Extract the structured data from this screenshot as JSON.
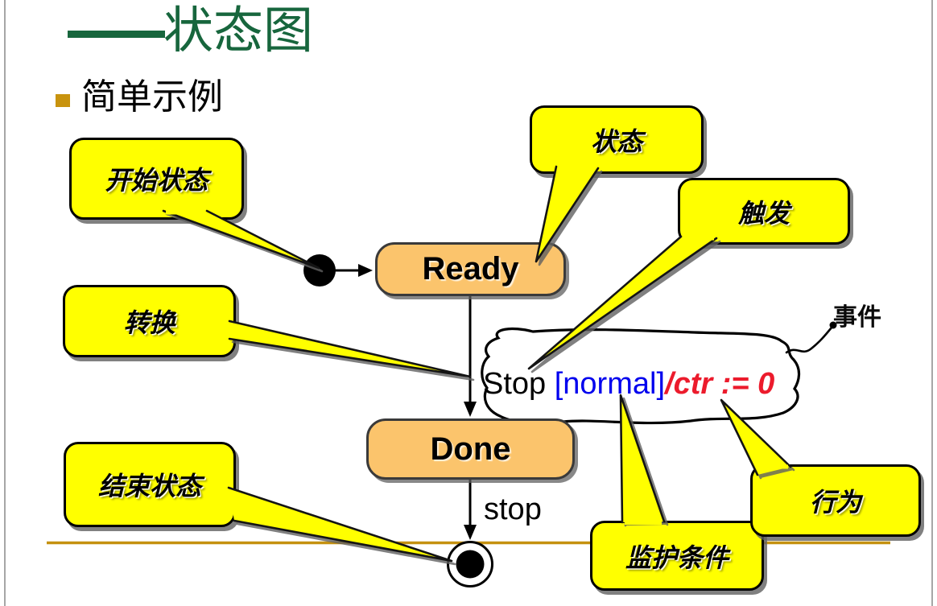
{
  "slide": {
    "title": {
      "dash": "——",
      "text": "状态图"
    },
    "bullet": "简单示例"
  },
  "diagram": {
    "states": [
      {
        "label": "Ready"
      },
      {
        "label": "Done"
      }
    ],
    "transition": {
      "event": "Stop ",
      "guard": "[normal]",
      "action": "/ctr := 0"
    },
    "stop_label": "stop",
    "event_label": "事件"
  },
  "callouts": [
    {
      "label": "开始状态"
    },
    {
      "label": "状态"
    },
    {
      "label": "触发"
    },
    {
      "label": "转换"
    },
    {
      "label": "结束状态"
    },
    {
      "label": "监护条件"
    },
    {
      "label": "行为"
    }
  ],
  "colors": {
    "title_green": "#17663D",
    "accent_gold": "#C8930E",
    "callout_yellow": "#FFFF00",
    "state_fill": "#FBC46C",
    "guard_blue": "#0000EE",
    "action_red": "#EC1B2C"
  }
}
